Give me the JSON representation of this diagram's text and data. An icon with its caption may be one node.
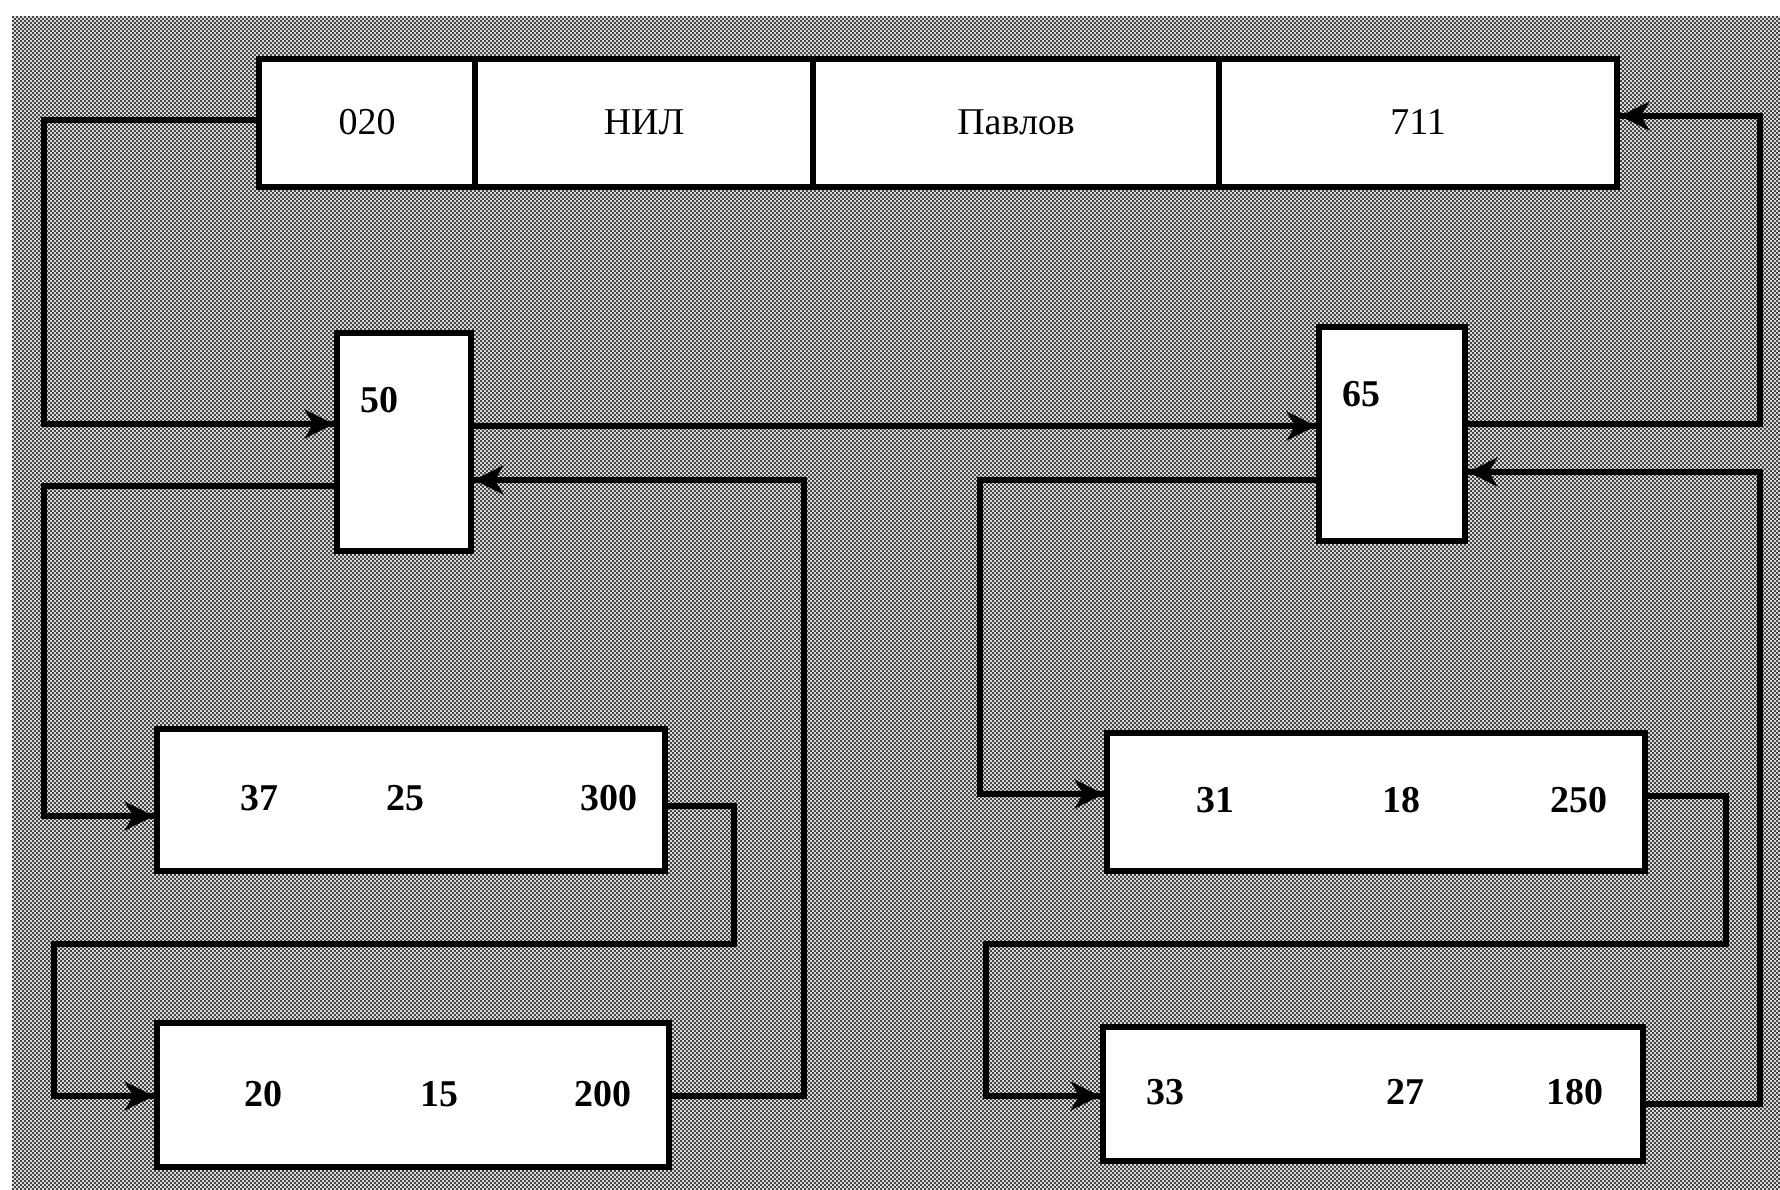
{
  "diagram": {
    "nodes": [
      {
        "text": [],
        "shape": "box"
      },
      {
        "text": [
          "020"
        ],
        "in": 0
      },
      {
        "text": [
          "НИЛ"
        ],
        "in": 0
      },
      {
        "text": [
          "Павлов"
        ],
        "in": 0
      },
      {
        "text": [
          "711"
        ],
        "in": 0
      },
      {
        "text": [
          "50"
        ]
      },
      {
        "text": [
          "65"
        ]
      },
      {
        "text": [
          "37",
          "25",
          "300"
        ]
      },
      {
        "text": [
          "31",
          "18",
          "250"
        ]
      },
      {
        "text": [
          "20",
          "15",
          "200"
        ]
      },
      {
        "text": [
          "33",
          "27",
          "180"
        ]
      }
    ],
    "edges": [
      {
        "from": 1,
        "to": 5,
        "arrow": "to"
      },
      {
        "from": 5,
        "to": 6,
        "arrow": "to"
      },
      {
        "from": 6,
        "to": 4,
        "arrow": "to"
      },
      {
        "from": 5,
        "to": 7,
        "arrow": "to"
      },
      {
        "from": 7,
        "to": 9,
        "arrow": "to"
      },
      {
        "from": 9,
        "to": 5,
        "arrow": "to"
      },
      {
        "from": 6,
        "to": 8,
        "arrow": "to"
      },
      {
        "from": 8,
        "to": 10,
        "arrow": "to"
      },
      {
        "from": 10,
        "to": 6,
        "arrow": "to"
      }
    ]
  }
}
